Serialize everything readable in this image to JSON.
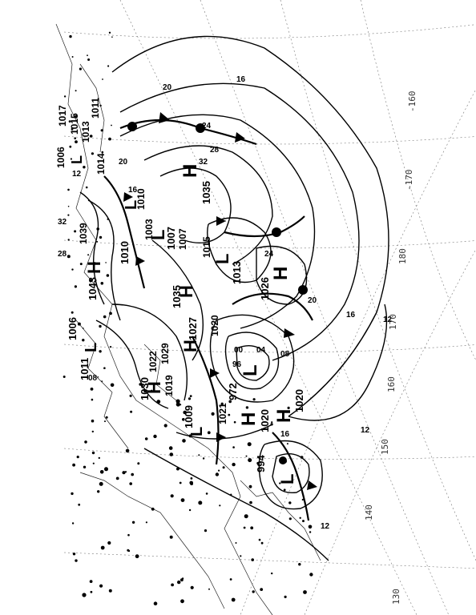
{
  "map": {
    "low_centers": [
      {
        "symbol": "L",
        "pressure": "1007"
      },
      {
        "symbol": "L",
        "pressure": "1013"
      },
      {
        "symbol": "L",
        "pressure": "972"
      },
      {
        "symbol": "L",
        "pressure": "994"
      },
      {
        "symbol": "L",
        "pressure": "1006"
      },
      {
        "symbol": "L",
        "pressure": "1011"
      },
      {
        "symbol": "L",
        "pressure": "1009"
      },
      {
        "symbol": "L",
        "pressure": "1010"
      }
    ],
    "high_centers": [
      {
        "symbol": "H",
        "pressure": "1035"
      },
      {
        "symbol": "H",
        "pressure": "1026"
      },
      {
        "symbol": "H",
        "pressure": "1043"
      },
      {
        "symbol": "H",
        "pressure": "1035"
      },
      {
        "symbol": "H",
        "pressure": "1027"
      },
      {
        "symbol": "H",
        "pressure": "1030"
      },
      {
        "symbol": "H",
        "pressure": "1020"
      },
      {
        "symbol": "H",
        "pressure": "1020"
      }
    ],
    "isobar_labels": [
      "16",
      "20",
      "24",
      "28",
      "32",
      "12",
      "08",
      "04",
      "00",
      "96",
      "20",
      "16",
      "12",
      "24",
      "28",
      "32",
      "16",
      "20",
      "12",
      "08",
      "12",
      "16"
    ],
    "pressure_values": [
      "1017",
      "1015",
      "1013",
      "1011",
      "1006",
      "1014",
      "1010",
      "1003",
      "1039",
      "1007",
      "1029",
      "1022",
      "1019",
      "1021",
      "1015",
      "1020"
    ],
    "longitude_labels": [
      "-160",
      "-170",
      "180",
      "170",
      "160",
      "150",
      "140",
      "130"
    ]
  }
}
